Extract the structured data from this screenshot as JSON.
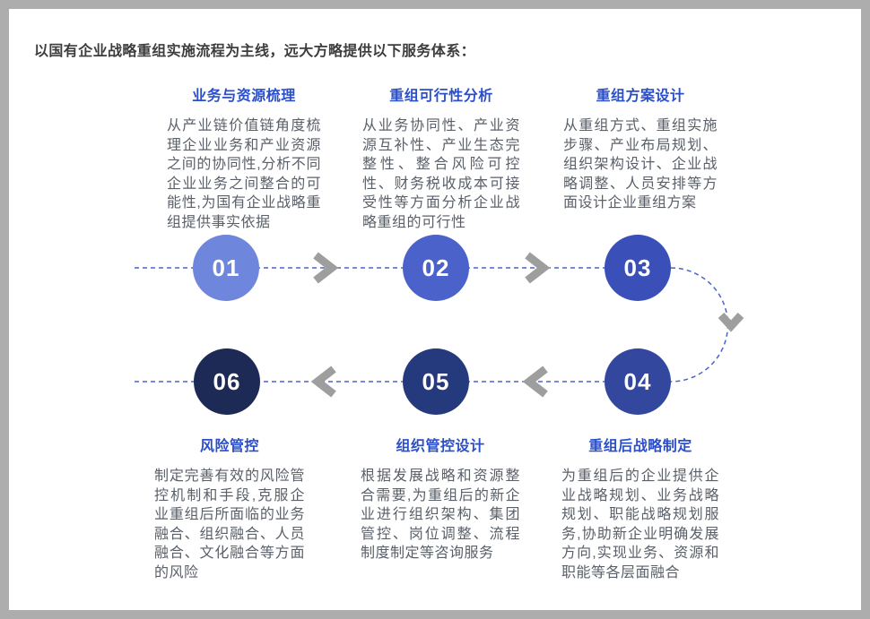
{
  "page": {
    "title": "以国有企业战略重组实施流程为主线，远大方略提供以下服务体系："
  },
  "colors": {
    "background": "#ADADAD",
    "slide": "#FFFFFF",
    "heading_blue": "#2B4FC8",
    "body_text": "#5A6069",
    "dash_blue": "#4A63C8",
    "arrow_gray": "#9E9E9E"
  },
  "top_sections": [
    {
      "heading": "业务与资源梳理",
      "body": "从产业链价值链角度梳理企业业务和产业资源之间的协同性,分析不同企业业务之间整合的可能性,为国有企业战略重组提供事实依据"
    },
    {
      "heading": "重组可行性分析",
      "body": "从业务协同性、产业资源互补性、产业生态完整性、整合风险可控性、财务税收成本可接受性等方面分析企业战略重组的可行性"
    },
    {
      "heading": "重组方案设计",
      "body": "从重组方式、重组实施步骤、产业布局规划、组织架构设计、企业战略调整、人员安排等方面设计企业重组方案"
    }
  ],
  "bottom_sections": [
    {
      "heading": "风险管控",
      "body": "制定完善有效的风险管控机制和手段,克服企业重组后所面临的业务融合、组织融合、人员融合、文化融合等方面的风险"
    },
    {
      "heading": "组织管控设计",
      "body": "根据发展战略和资源整合需要,为重组后的新企业进行组织架构、集团管控、岗位调整、流程制度制定等咨询服务"
    },
    {
      "heading": "重组后战略制定",
      "body": "为重组后的企业提供企业战略规划、业务战略规划、职能战略规划服务,协助新企业明确发展方向,实现业务、资源和职能等各层面融合"
    }
  ],
  "steps": [
    {
      "number": "01",
      "color": "#6E86DC"
    },
    {
      "number": "02",
      "color": "#4A62CA"
    },
    {
      "number": "03",
      "color": "#3A50B8"
    },
    {
      "number": "04",
      "color": "#34479E"
    },
    {
      "number": "05",
      "color": "#253A7D"
    },
    {
      "number": "06",
      "color": "#1D2A55"
    }
  ]
}
